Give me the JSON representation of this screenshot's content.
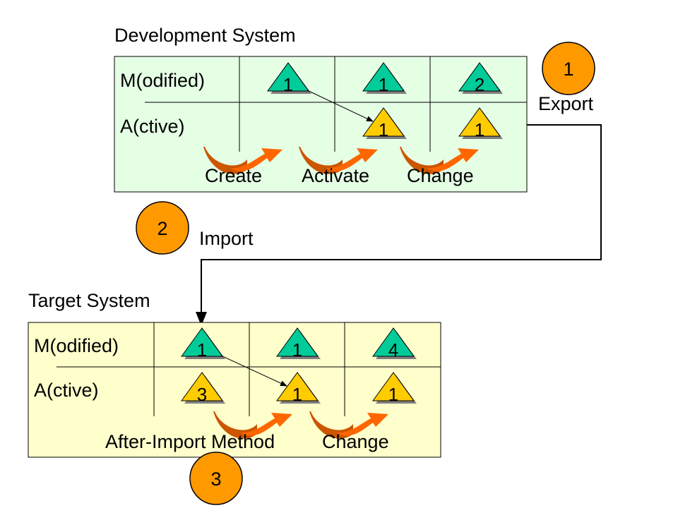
{
  "dev": {
    "title": "Development System",
    "row_modified": "M(odified)",
    "row_active": "A(ctive)",
    "modified_versions": [
      "1",
      "1",
      "2"
    ],
    "active_versions": [
      "",
      "1",
      "1"
    ],
    "steps": [
      "Create",
      "Activate",
      "Change"
    ]
  },
  "target": {
    "title": "Target System",
    "row_modified": "M(odified)",
    "row_active": "A(ctive)",
    "modified_versions": [
      "1",
      "1",
      "4"
    ],
    "active_versions": [
      "3",
      "1",
      "1"
    ],
    "steps": [
      "After-Import Method",
      "Change"
    ]
  },
  "markers": [
    {
      "number": "1",
      "label": "Export"
    },
    {
      "number": "2",
      "label": "Import"
    },
    {
      "number": "3",
      "label": ""
    }
  ],
  "colors": {
    "dev_bg": "#E5FFE5",
    "target_bg": "#FFFFCC",
    "modified": "#00CC99",
    "active": "#FFCC00",
    "marker": "#FF9900",
    "arrow_dark": "#CC5500",
    "arrow_light": "#FF6600"
  }
}
